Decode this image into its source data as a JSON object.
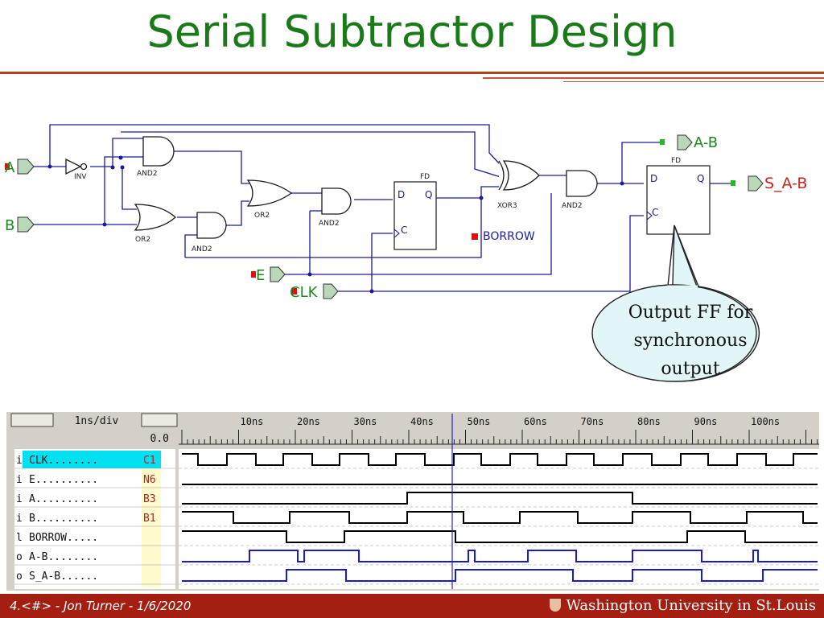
{
  "slide": {
    "title": "Serial Subtractor Design"
  },
  "schematic": {
    "input_a": "A",
    "input_b": "B",
    "input_e": "E",
    "input_clk": "CLK",
    "output_amb": "A-B",
    "output_samb": "S_A-B",
    "gate_inv": "INV",
    "gate_and2": "AND2",
    "gate_or2": "OR2",
    "gate_xor3": "XOR3",
    "ff": "FD",
    "pin_d": "D",
    "pin_q": "Q",
    "pin_c": "C",
    "net_borrow": "BORROW"
  },
  "callout": {
    "lines": [
      "Output FF for",
      "synchronous",
      "output"
    ]
  },
  "waveform": {
    "scale_label": "1ns/div",
    "cursor_value": "0.0",
    "time_ticks": [
      "10ns",
      "20ns",
      "30ns",
      "40ns",
      "50ns",
      "60ns",
      "70ns",
      "80ns",
      "90ns",
      "100ns"
    ],
    "signals": [
      {
        "dir": "i",
        "name": "CLK........",
        "pin": "C1"
      },
      {
        "dir": "i",
        "name": "E..........",
        "pin": "N6"
      },
      {
        "dir": "i",
        "name": "A..........",
        "pin": "B3"
      },
      {
        "dir": "i",
        "name": "B..........",
        "pin": "B1"
      },
      {
        "dir": "l",
        "name": "BORROW.....",
        "pin": ""
      },
      {
        "dir": "o",
        "name": "A-B........",
        "pin": ""
      },
      {
        "dir": "o",
        "name": "S_A-B......",
        "pin": ""
      }
    ]
  },
  "footer": {
    "left": "4.<#> - Jon Turner - 1/6/2020",
    "right": "Washington University in St.Louis"
  }
}
